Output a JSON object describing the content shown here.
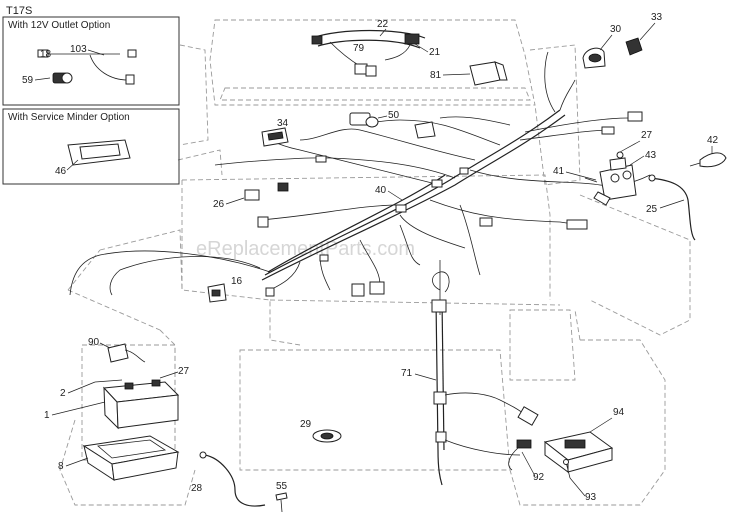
{
  "title": "T17S",
  "watermark": "eReplacementParts.com",
  "inset_boxes": [
    {
      "title": "With 12V Outlet Option",
      "labels": [
        "103",
        "18",
        "59"
      ]
    },
    {
      "title": "With Service Minder Option",
      "labels": [
        "46"
      ]
    }
  ],
  "part_labels": [
    "22",
    "79",
    "21",
    "81",
    "30",
    "33",
    "34",
    "50",
    "27",
    "42",
    "43",
    "41",
    "25",
    "40",
    "26",
    "16",
    "90",
    "2",
    "27",
    "1",
    "8",
    "71",
    "29",
    "94",
    "92",
    "93",
    "28",
    "55"
  ]
}
